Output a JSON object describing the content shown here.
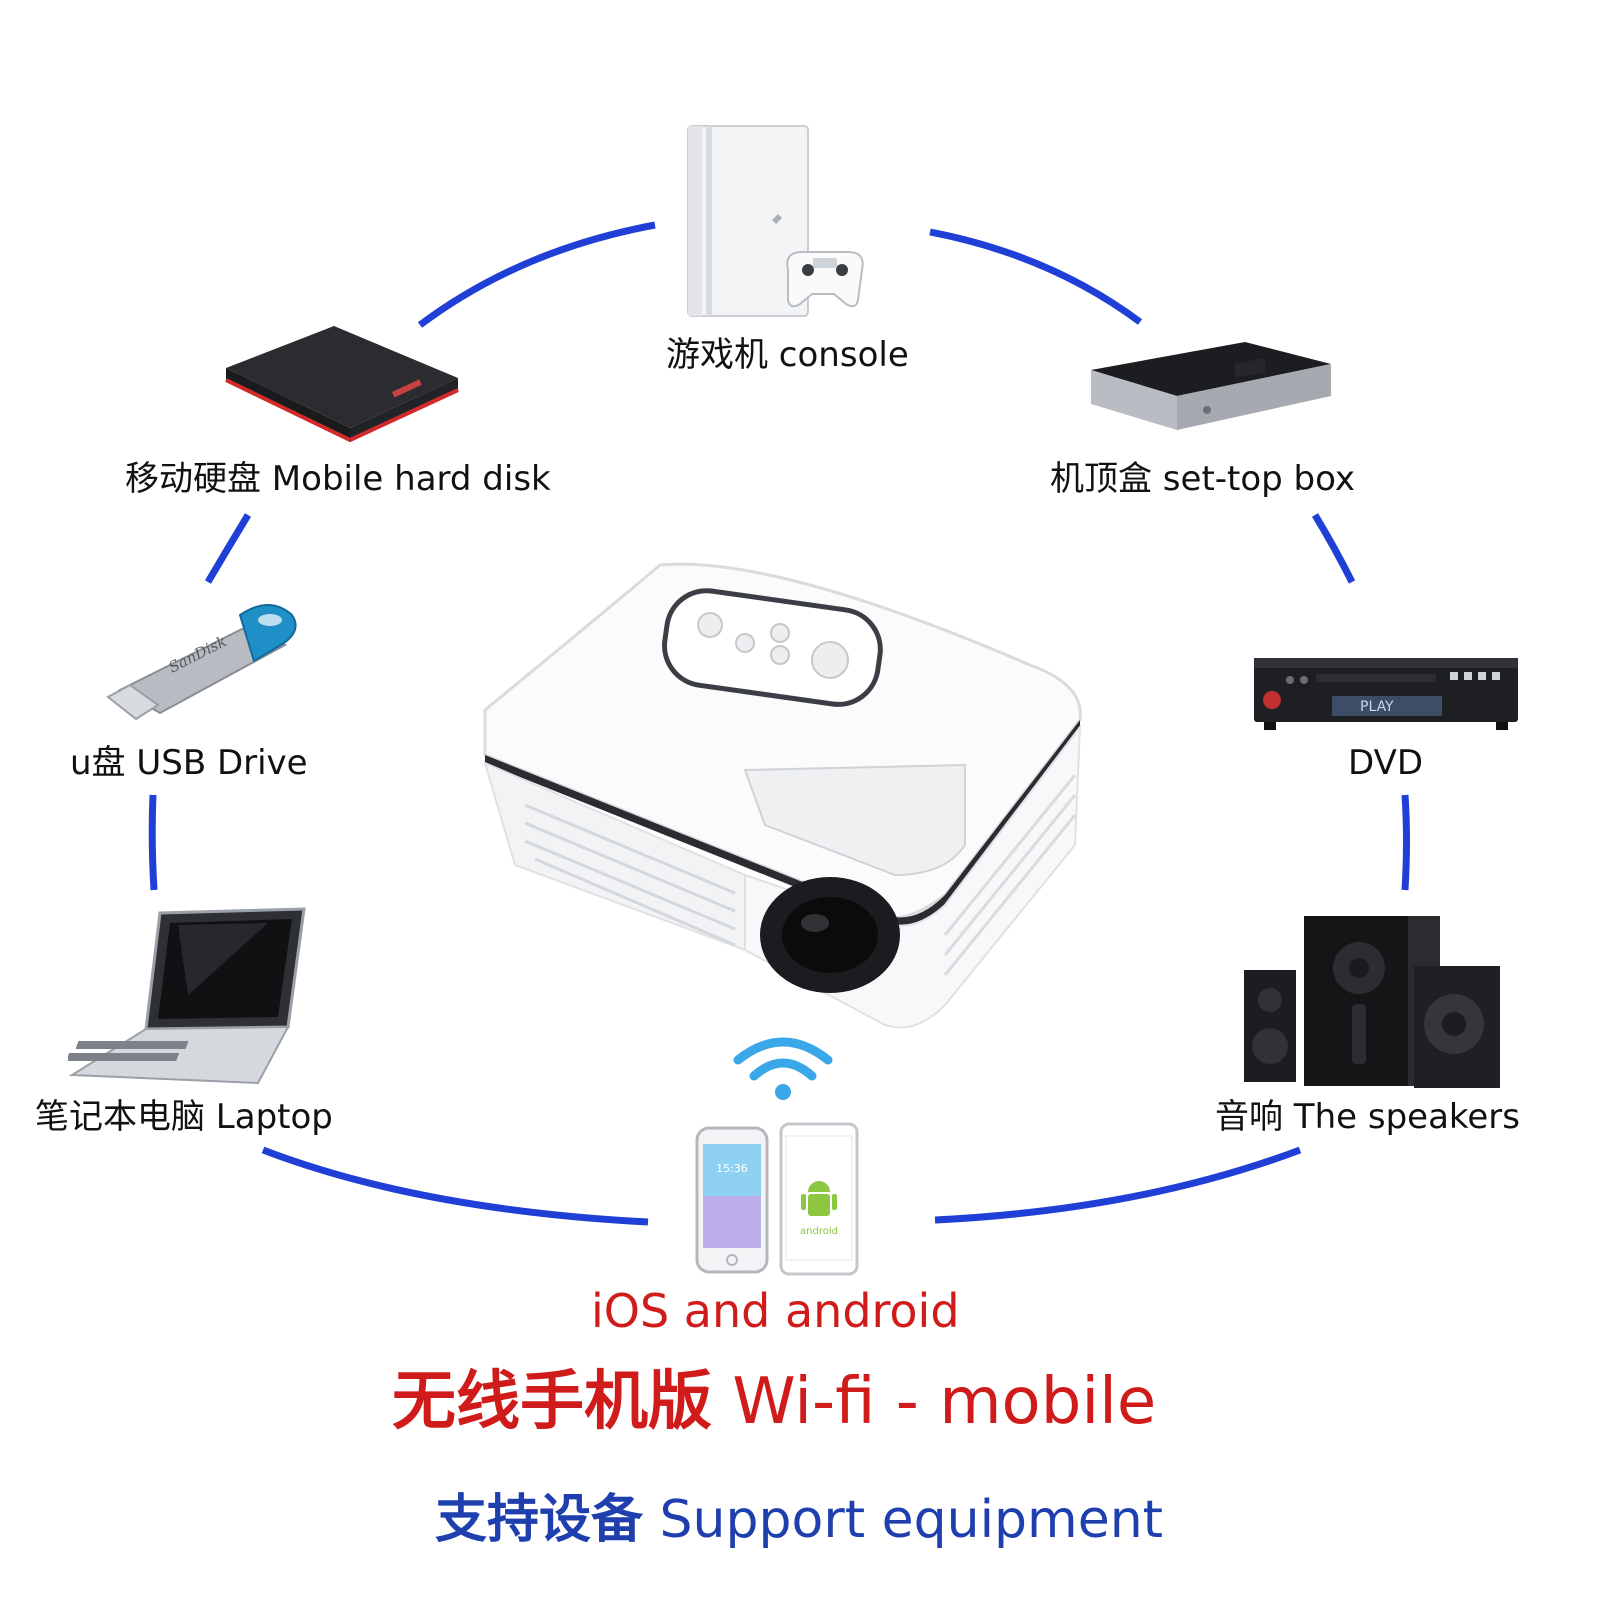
{
  "devices": {
    "console": {
      "label": "游戏机 console",
      "icon": "game-console-icon"
    },
    "hard_disk": {
      "label": "移动硬盘 Mobile hard disk",
      "icon": "hard-disk-icon"
    },
    "set_top_box": {
      "label": "机顶盒 set-top box",
      "icon": "set-top-box-icon"
    },
    "usb_drive": {
      "label": "u盘 USB Drive",
      "icon": "usb-drive-icon",
      "brand": "SanDisk"
    },
    "dvd": {
      "label": "DVD",
      "icon": "dvd-player-icon",
      "screen_text": "PLAY"
    },
    "laptop": {
      "label": "笔记本电脑 Laptop",
      "icon": "laptop-icon"
    },
    "speakers": {
      "label": "音响 The speakers",
      "icon": "speakers-icon"
    }
  },
  "phones": {
    "ios_time": "15:36",
    "android_text": "android"
  },
  "captions": {
    "platforms": "iOS and android",
    "wifi_cn": "无线手机版",
    "wifi_en": "Wi-fi - mobile",
    "support_cn": "支持设备",
    "support_en": "Support equipment"
  },
  "colors": {
    "arc": "#1f3fd6",
    "red_text": "#d01b1b",
    "blue_text": "#1f3fae"
  }
}
